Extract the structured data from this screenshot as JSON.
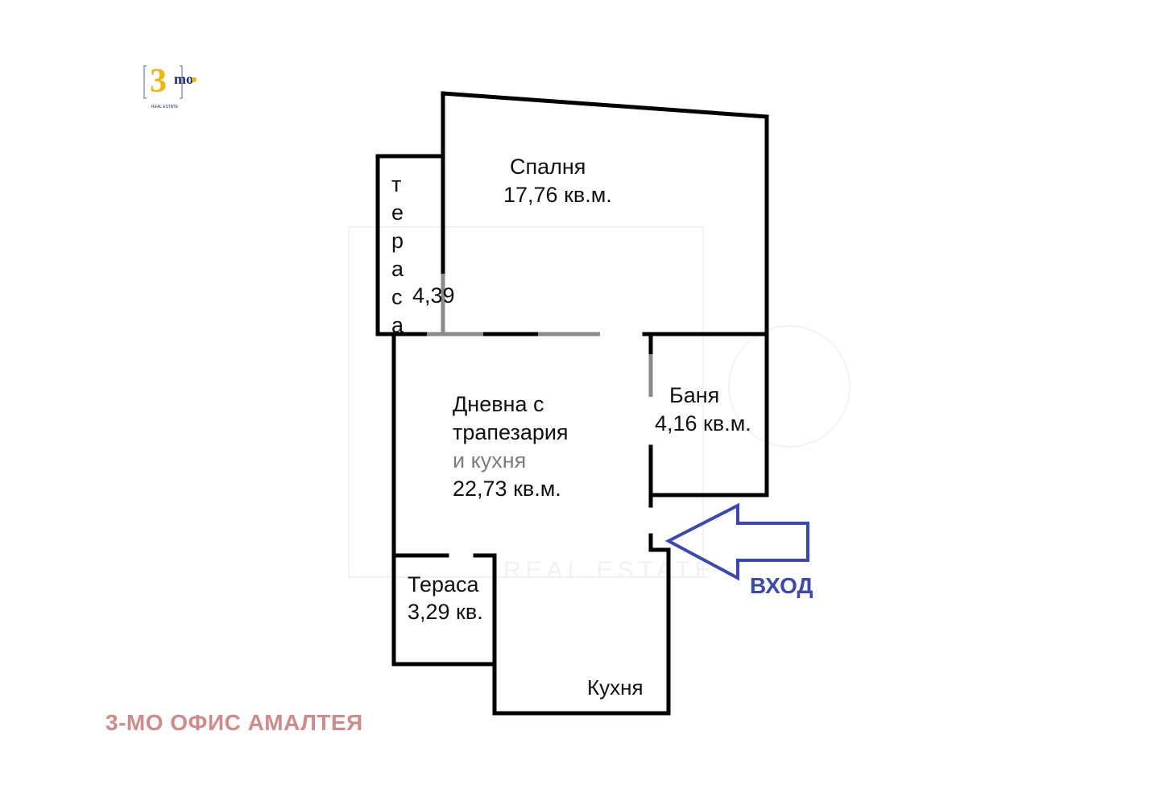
{
  "logo": {
    "text": "3mo",
    "subtext": "REAL ESTATE",
    "colors": {
      "digit": "#f2b705",
      "letters": "#1c2a6b"
    }
  },
  "rooms": {
    "bedroom": {
      "name": "Спалня",
      "area": "17,76 кв.м."
    },
    "terrace_side": {
      "name_letters": [
        "т",
        "е",
        "р",
        "а",
        "с",
        "а"
      ],
      "area": "4,39"
    },
    "living": {
      "line1": "Дневна с",
      "line2": "трапезария",
      "line3": "и кухня",
      "area": "22,73 кв.м."
    },
    "bathroom": {
      "name": "Баня",
      "area": "4,16 кв.м."
    },
    "terrace_small": {
      "name": "Тераса",
      "area": "3,29 кв."
    },
    "kitchen": {
      "name": "Кухня"
    }
  },
  "entrance": {
    "label": "ВХОД",
    "color": "#3b47b5",
    "icon": "arrow-left-icon"
  },
  "footer": {
    "office": "3-МО ОФИС АМАЛТЕЯ",
    "color": "#d08a8a"
  },
  "watermark": {
    "text": "REAL ESTATE"
  }
}
